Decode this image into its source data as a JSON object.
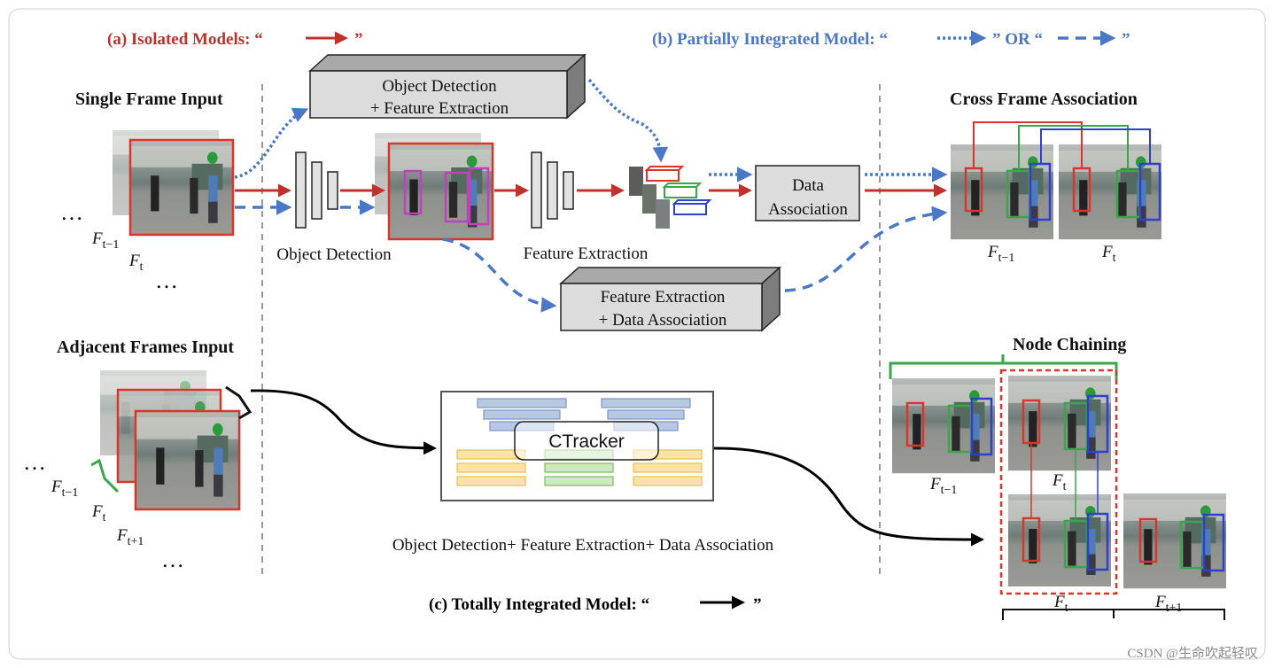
{
  "legend": {
    "isolated": {
      "label": "(a) Isolated Models: “",
      "close": "”",
      "color": "#c0312b"
    },
    "partial": {
      "label": "(b) Partially Integrated Model: “",
      "mid": "” OR “",
      "close": "”",
      "color": "#4a78c6"
    },
    "total": {
      "label": "(c) Totally Integrated Model: “",
      "close": "”",
      "color": "#000000"
    }
  },
  "headings": {
    "single_frame": "Single Frame Input",
    "adjacent_frames": "Adjacent Frames Input",
    "cross_frame": "Cross Frame Association",
    "node_chaining": "Node Chaining"
  },
  "boxes": {
    "od_fe_line1": "Object Detection",
    "od_fe_line2": "+ Feature Extraction",
    "fe_da_line1": "Feature Extraction",
    "fe_da_line2": "+ Data Association",
    "data_assoc_line1": "Data",
    "data_assoc_line2": "Association",
    "ctracker": "CTracker"
  },
  "labels": {
    "object_detection": "Object Detection",
    "feature_extraction": "Feature Extraction",
    "total_caption": "Object Detection+ Feature Extraction+ Data Association",
    "ellipsis": "…"
  },
  "frames": {
    "f_prev": "F",
    "sub_prev": "t−1",
    "f_cur": "F",
    "sub_cur": "t",
    "f_next": "F",
    "sub_next": "t+1"
  },
  "watermark": "CSDN @生命吹起轻叹",
  "colors": {
    "red": "#c0312b",
    "blue": "#4a78c6",
    "green": "#3aa64a",
    "box_blue": "#2f3fd0",
    "magenta": "#c040c0",
    "scene_floor": "#8a8a86",
    "scene_wall": "#6d7a76"
  }
}
